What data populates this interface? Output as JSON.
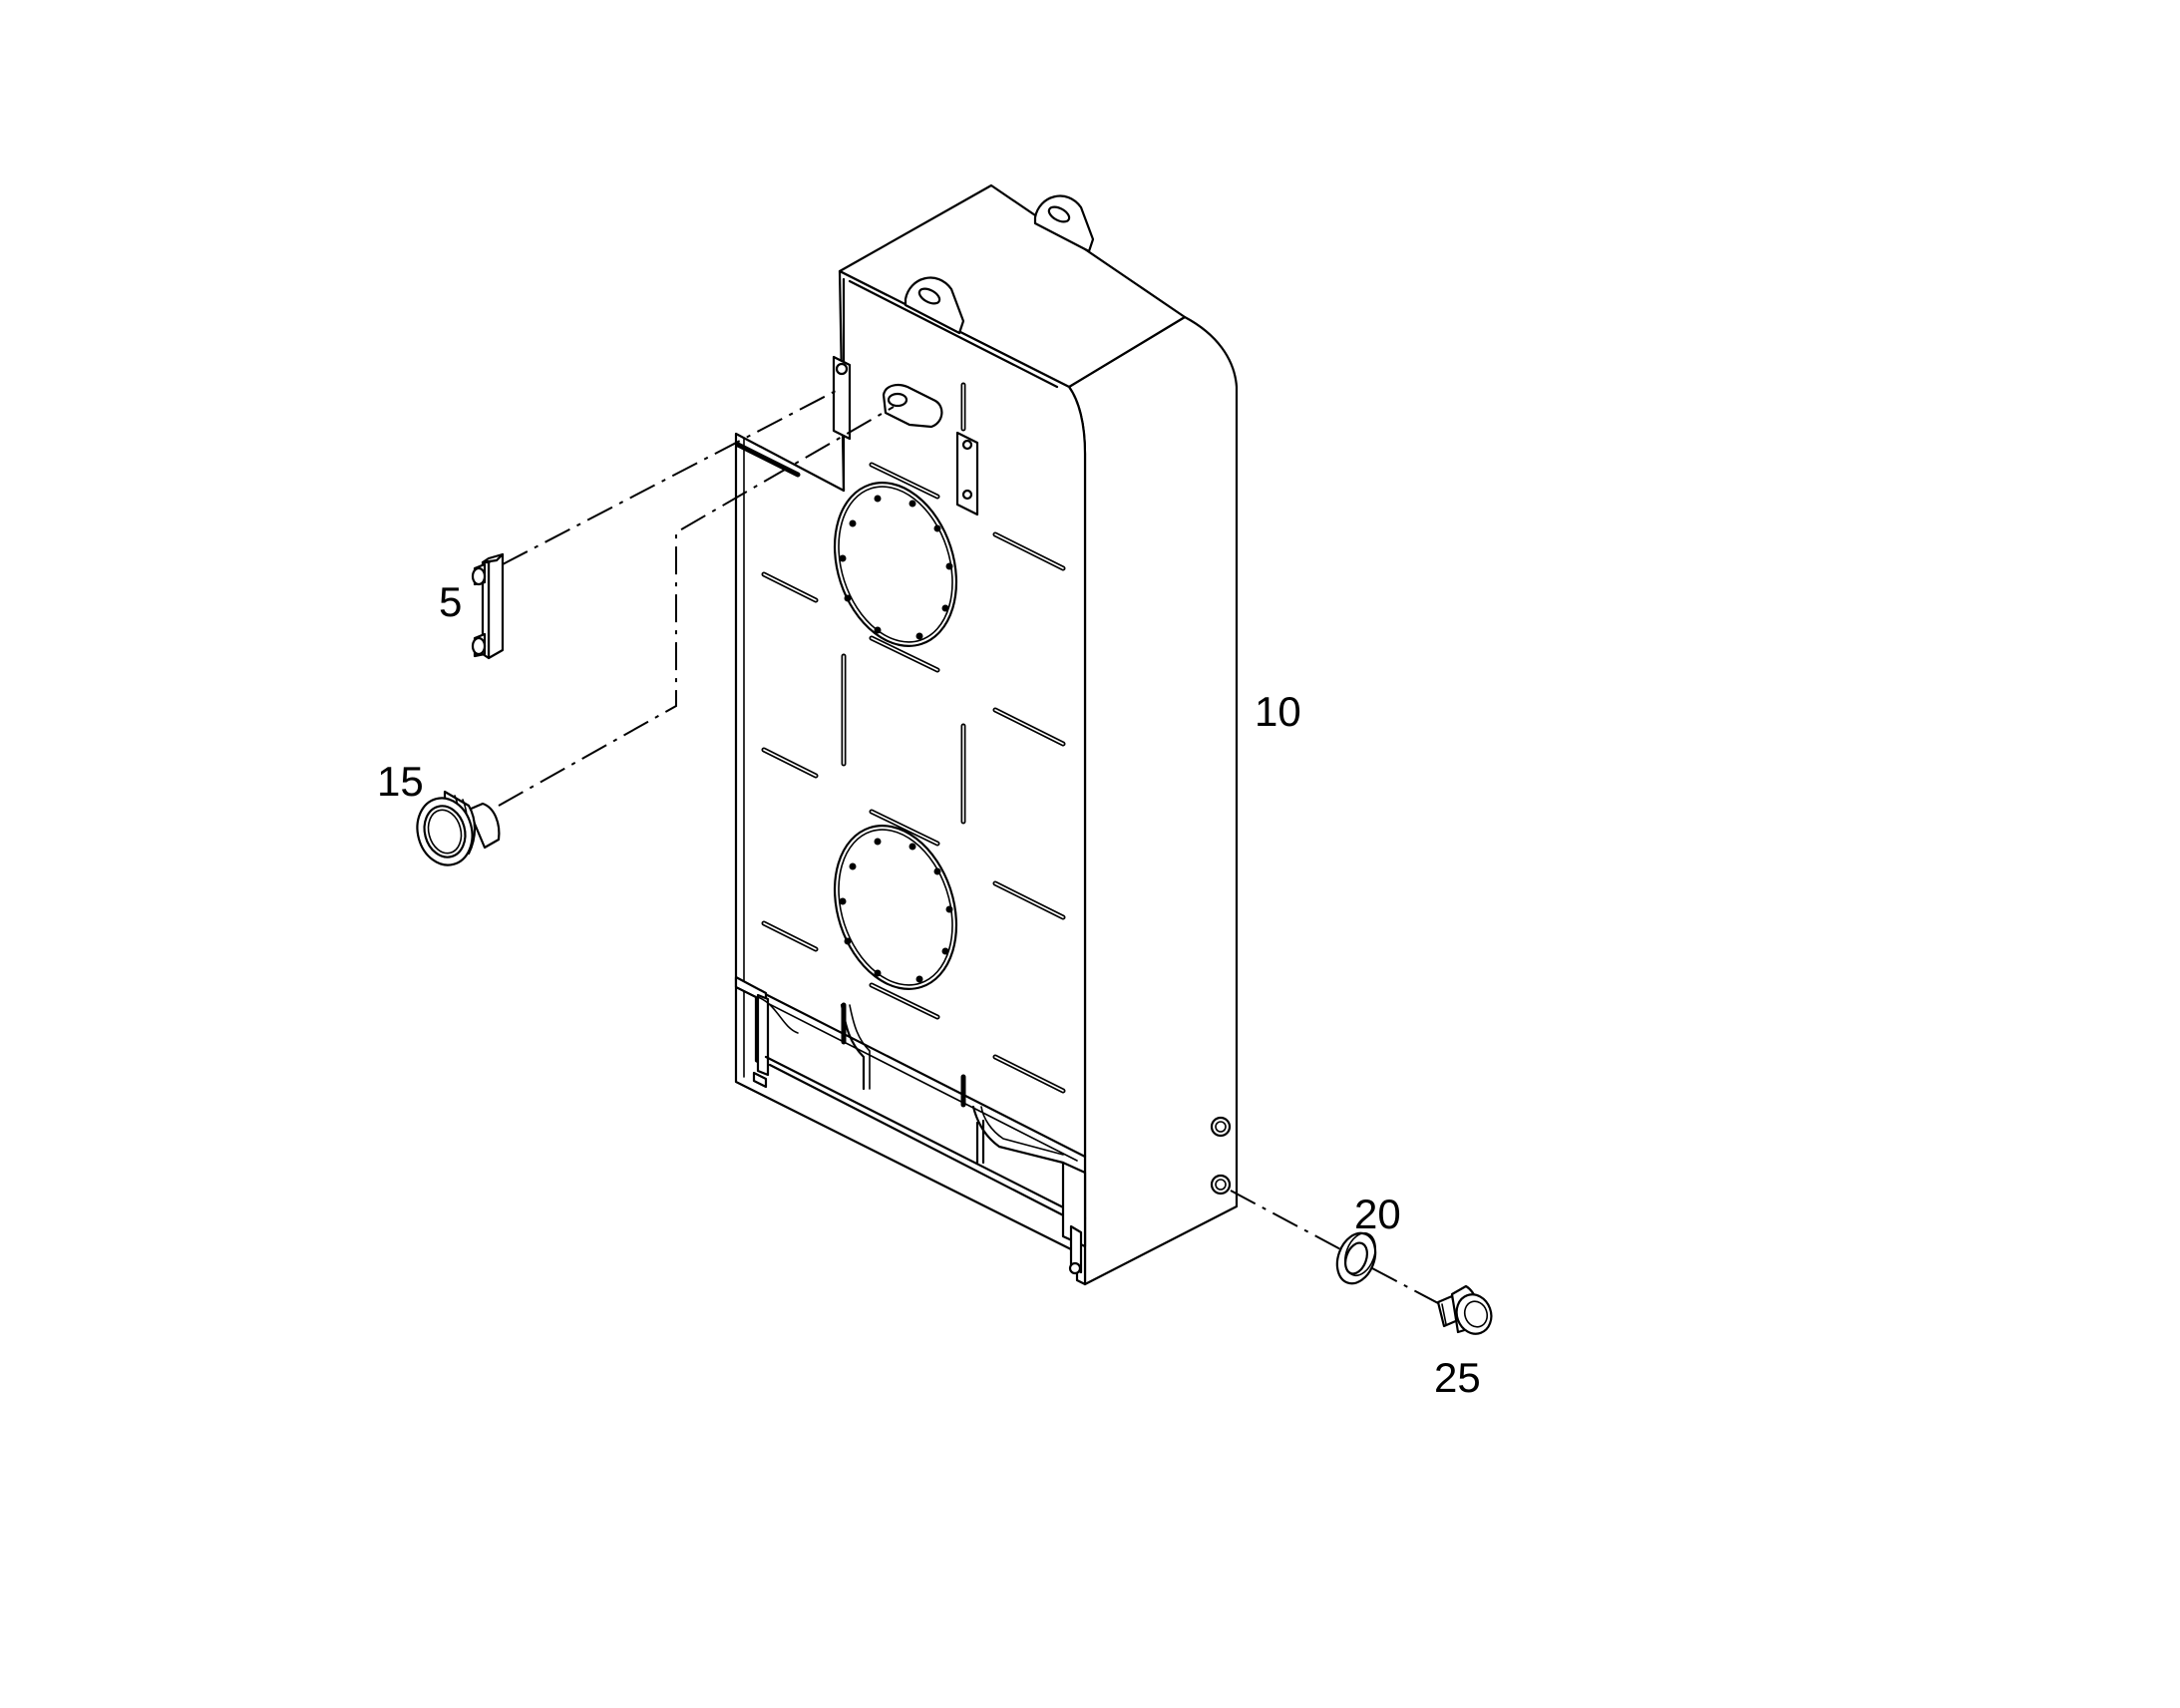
{
  "diagram": {
    "type": "exploded-parts-drawing",
    "colors": {
      "line": "#000000",
      "background": "#ffffff"
    },
    "parts": [
      {
        "id": "part-5",
        "label": "5"
      },
      {
        "id": "part-10",
        "label": "10"
      },
      {
        "id": "part-15",
        "label": "15"
      },
      {
        "id": "part-20",
        "label": "20"
      },
      {
        "id": "part-25",
        "label": "25"
      }
    ]
  }
}
